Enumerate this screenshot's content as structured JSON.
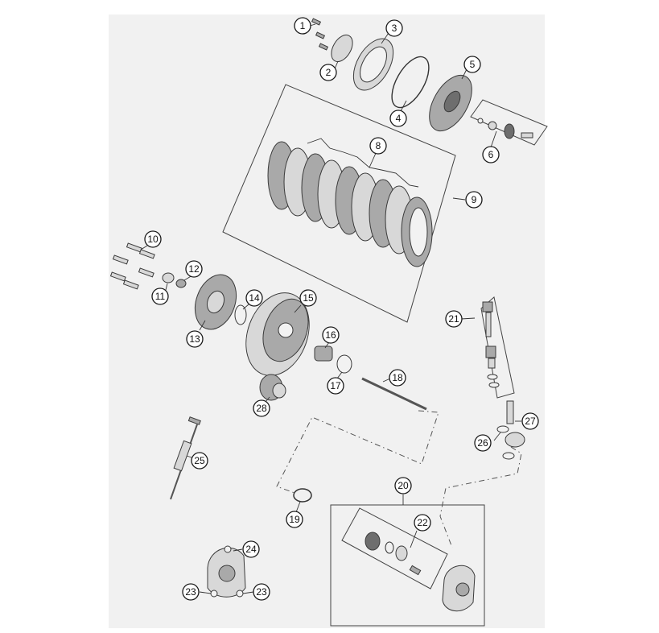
{
  "diagram": {
    "callouts": [
      "1",
      "2",
      "3",
      "4",
      "5",
      "6",
      "8",
      "9",
      "10",
      "11",
      "12",
      "13",
      "14",
      "15",
      "16",
      "17",
      "18",
      "19",
      "20",
      "21",
      "22",
      "23",
      "23",
      "24",
      "25",
      "26",
      "27",
      "28"
    ]
  },
  "colors": {
    "background": "#f1f1f1",
    "part_light": "#d8d8d8",
    "part_dark": "#6e6e6e",
    "line": "#333333"
  }
}
